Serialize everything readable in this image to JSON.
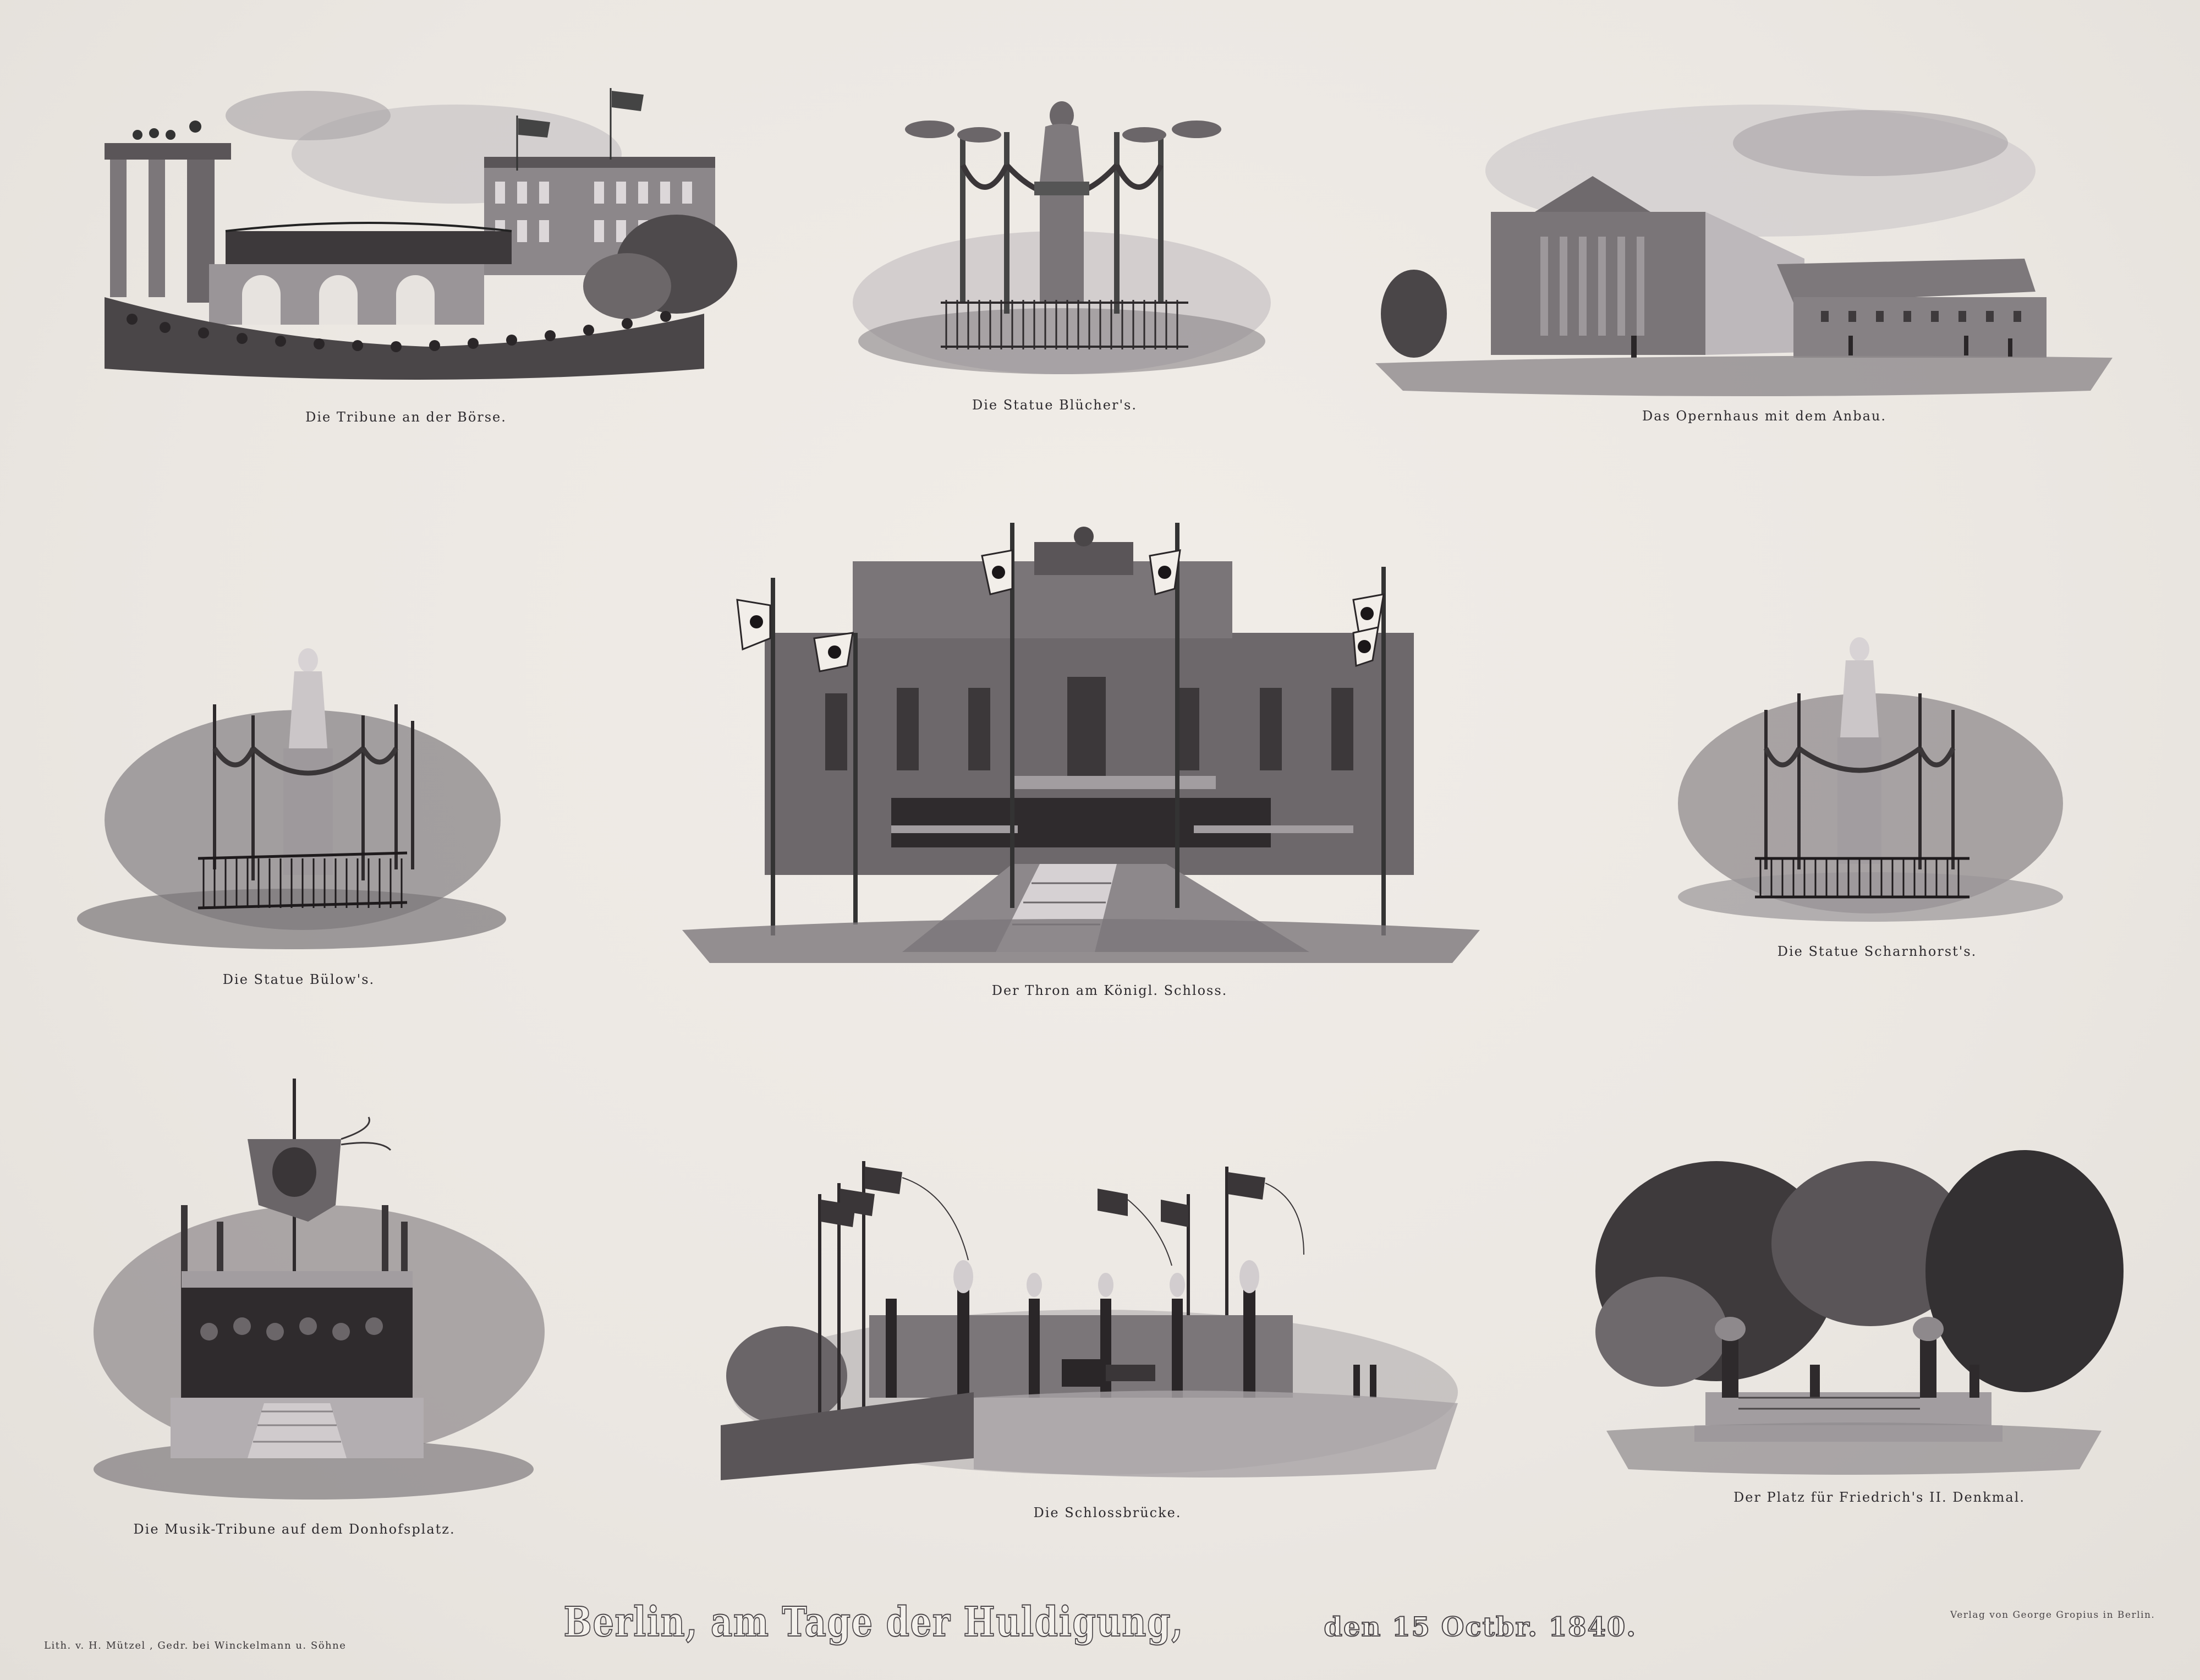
{
  "print": {
    "title": "Berlin, am Tage der Huldigung,",
    "date": "den 15 Octbr. 1840.",
    "lithographer_imprint": "Lith. v. H. Mützel , Gedr. bei Winckelmann u. Söhne",
    "publisher_imprint": "Verlag von George Gropius in Berlin.",
    "colors": {
      "paper": "#ece8e3",
      "ink": "#2a2628",
      "shade": "#6b6669"
    }
  },
  "vignettes": [
    {
      "id": "boerse",
      "caption": "Die Tribune an der Börse.",
      "depicts": "grandstand-with-crowd-and-flags"
    },
    {
      "id": "bluecher",
      "caption": "Die Statue Blücher's.",
      "depicts": "statue-with-fence-and-garlands"
    },
    {
      "id": "opernhaus",
      "caption": "Das Opernhaus mit dem Anbau.",
      "depicts": "opera-house-building"
    },
    {
      "id": "buelow",
      "caption": "Die Statue Bülow's.",
      "depicts": "statue-with-fence-and-garlands"
    },
    {
      "id": "thron",
      "caption": "Der Thron am Königl. Schloss.",
      "depicts": "throne-stand-at-palace-with-eagle-flags"
    },
    {
      "id": "scharnhorst",
      "caption": "Die Statue Scharnhorst's.",
      "depicts": "statue-with-fence-and-garlands"
    },
    {
      "id": "musik",
      "caption": "Die Musik-Tribune auf dem Donhofsplatz.",
      "depicts": "music-pavilion-with-banner"
    },
    {
      "id": "schlossbruecke",
      "caption": "Die Schlossbrücke.",
      "depicts": "bridge-with-flags-and-carriage"
    },
    {
      "id": "friedrich",
      "caption": "Der Platz für Friedrich's II. Denkmal.",
      "depicts": "monument-site-with-trees"
    }
  ]
}
